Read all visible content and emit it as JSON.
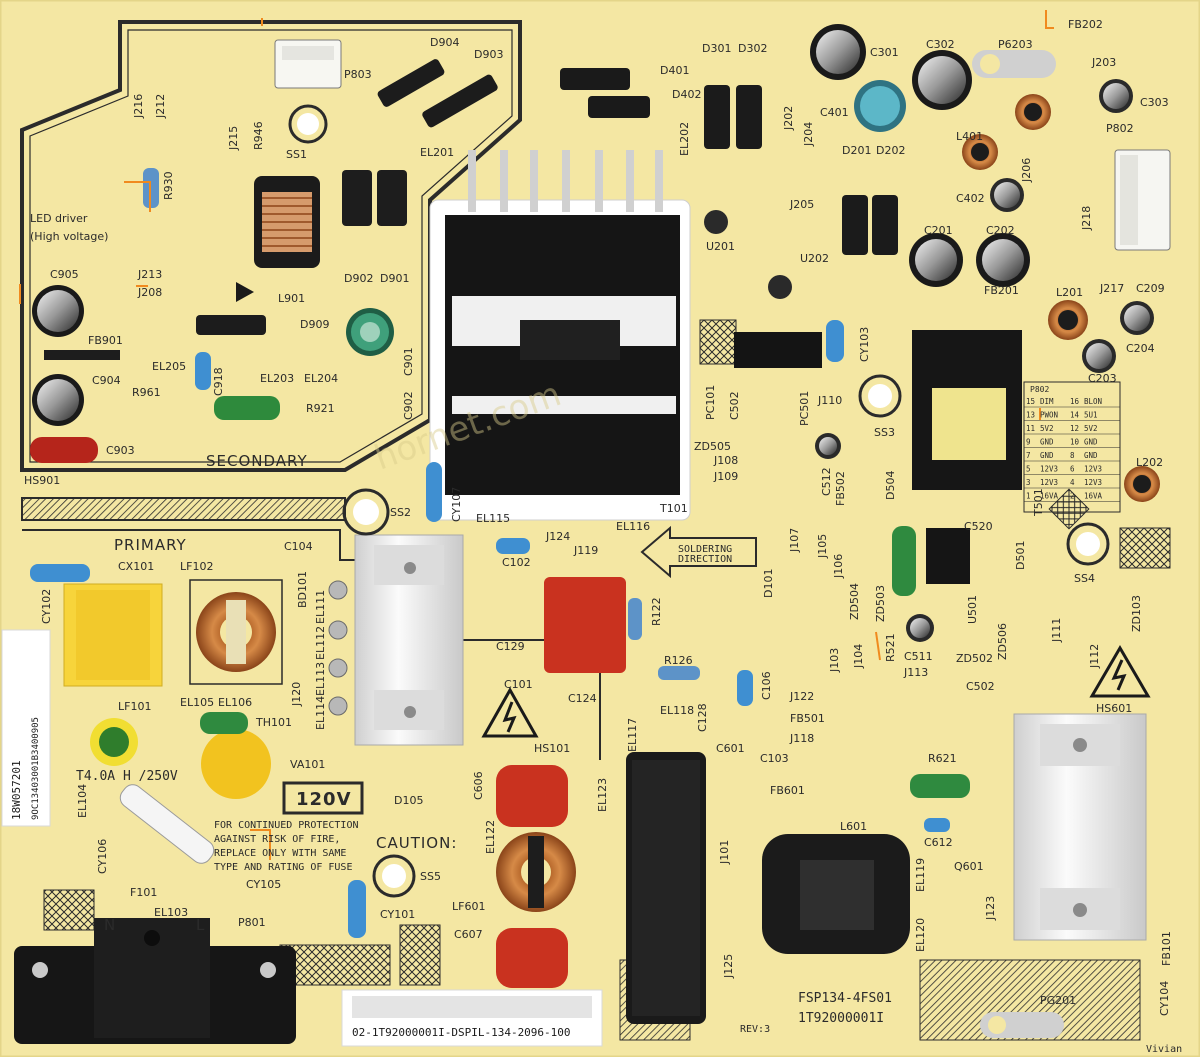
{
  "board": {
    "model": "FSP134-4FS01",
    "part_number": "1T92000001I",
    "revision": "REV:3",
    "signature": "Vivian",
    "side_sticker": "18W057201",
    "side_sticker_barcode": "9OC13403001B3400905",
    "bottom_sticker": "02-1T92000001I-DSPIL-134-2096-100",
    "watermark": "hornet.com",
    "colors": {
      "board": "#f4e7a3",
      "silkscreen": "#2b2b2b",
      "orange_marker": "#f08a1e",
      "heatsink": "#e9e9e9"
    }
  },
  "sections": {
    "led_driver": "LED driver",
    "led_driver_sub": "(High voltage)",
    "secondary": "SECONDARY",
    "primary": "PRIMARY",
    "soldering": "SOLDERING",
    "direction": "DIRECTION"
  },
  "warnings": {
    "fuse_rating": "T4.0A H /250V",
    "voltage": "120V",
    "caution": "CAUTION:",
    "protection_lines": [
      "FOR CONTINUED PROTECTION",
      "AGAINST RISK OF FIRE,",
      "REPLACE ONLY WITH SAME",
      "TYPE AND RATING OF FUSE"
    ],
    "mains_n": "N",
    "mains_l": "L"
  },
  "connector_p802": {
    "title": "P802",
    "rows": [
      [
        "15",
        "DIM",
        "16",
        "BLON"
      ],
      [
        "13",
        "PWON",
        "14",
        "5U1"
      ],
      [
        "11",
        "5V2",
        "12",
        "5V2"
      ],
      [
        "9",
        "GND",
        "10",
        "GND"
      ],
      [
        "7",
        "GND",
        "8",
        "GND"
      ],
      [
        "5",
        "12V3",
        "6",
        "12V3"
      ],
      [
        "3",
        "12V3",
        "4",
        "12V3"
      ],
      [
        "1",
        "16VA",
        "2",
        "16VA"
      ]
    ]
  },
  "component_labels": {
    "j216": "J216",
    "j212": "J212",
    "j215": "J215",
    "r946": "R946",
    "p803": "P803",
    "ss1": "SS1",
    "d904": "D904",
    "d903": "D903",
    "r930": "R930",
    "j213": "J213",
    "j208": "J208",
    "c905": "C905",
    "fb901": "FB901",
    "d902": "D902",
    "d901": "D901",
    "l901": "L901",
    "d909": "D909",
    "c918": "C918",
    "el205": "EL205",
    "el203": "EL203",
    "el204": "EL204",
    "c901": "C901",
    "c902": "C902",
    "c904": "C904",
    "r961": "R961",
    "r921": "R921",
    "c903": "C903",
    "hs901": "HS901",
    "ss2": "SS2",
    "cy107": "CY107",
    "el201": "EL201",
    "el202": "EL202",
    "el115": "EL115",
    "el116": "EL116",
    "t101": "T101",
    "d401": "D401",
    "d402": "D402",
    "d301": "D301",
    "d302": "D302",
    "c301": "C301",
    "c302": "C302",
    "p6203": "P6203",
    "fb202": "FB202",
    "j203": "J203",
    "c303": "C303",
    "c401": "C401",
    "j202": "J202",
    "j204": "J204",
    "l401": "L401",
    "c402": "C402",
    "j206": "J206",
    "p802": "P802",
    "j218": "J218",
    "d201": "D201",
    "d202": "D202",
    "j205": "J205",
    "u201": "U201",
    "u202": "U202",
    "c201": "C201",
    "c202": "C202",
    "fb201": "FB201",
    "l201": "L201",
    "j217": "J217",
    "c209": "C209",
    "c204": "C204",
    "c203": "C203",
    "cy103": "CY103",
    "pc101": "PC101",
    "c502": "C502",
    "pc501": "PC501",
    "j110": "J110",
    "ss3": "SS3",
    "zd505": "ZD505",
    "j108": "J108",
    "j109": "J109",
    "c512": "C512",
    "fb502": "FB502",
    "d504": "D504",
    "l202": "L202",
    "t501": "T501",
    "c520": "C520",
    "d501": "D501",
    "ss4": "SS4",
    "zd103": "ZD103",
    "j124": "J124",
    "j119": "J119",
    "c104": "C104",
    "c102": "C102",
    "j107": "J107",
    "j105": "J105",
    "j106": "J106",
    "d101": "D101",
    "zd504": "ZD504",
    "zd503": "ZD503",
    "u501": "U501",
    "zd506": "ZD506",
    "j111": "J111",
    "j112": "J112",
    "r122": "R122",
    "c129": "C129",
    "j103": "J103",
    "j104": "J104",
    "r521": "R521",
    "c511": "C511",
    "zd502": "ZD502",
    "j113": "J113",
    "c502b": "C502",
    "r126": "R126",
    "c101": "C101",
    "c124": "C124",
    "c106": "C106",
    "j122": "J122",
    "fb501": "FB501",
    "j118": "J118",
    "hs601": "HS601",
    "el117": "EL117",
    "el118": "EL118",
    "c128": "C128",
    "c601": "C601",
    "c103": "C103",
    "r621": "R621",
    "fb601": "FB601",
    "l601": "L601",
    "c612": "C612",
    "q601": "Q601",
    "cx101": "CX101",
    "lf102": "LF102",
    "bd101": "BD101",
    "el111": "EL111",
    "el112": "EL112",
    "el113": "EL113",
    "el114": "EL114",
    "j120": "J120",
    "cy102": "CY102",
    "lf101": "LF101",
    "el105": "EL105",
    "el106": "EL106",
    "th101": "TH101",
    "va101": "VA101",
    "hs101": "HS101",
    "c606": "C606",
    "el123": "EL123",
    "el122": "EL122",
    "d105": "D105",
    "ss5": "SS5",
    "el104": "EL104",
    "cy106": "CY106",
    "f101": "F101",
    "cy105": "CY105",
    "el103": "EL103",
    "p801": "P801",
    "cy101": "CY101",
    "lf601": "LF601",
    "c607": "C607",
    "j101": "J101",
    "el119": "EL119",
    "el120": "EL120",
    "j123": "J123",
    "j125": "J125",
    "pg201": "PG201",
    "fb101": "FB101",
    "cy104": "CY104",
    "u201b": "U201"
  }
}
